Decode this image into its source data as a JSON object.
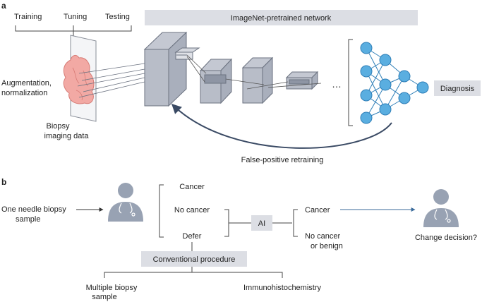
{
  "panel_a": {
    "letter": "a",
    "stages": [
      "Training",
      "Tuning",
      "Testing"
    ],
    "augmentation_line1": "Augmentation,",
    "augmentation_line2": "normalization",
    "biopsy_line1": "Biopsy",
    "biopsy_line2": "imaging data",
    "network_banner": "ImageNet-pretrained network",
    "ellipsis": "…",
    "diagnosis": "Diagnosis",
    "retraining": "False-positive retraining"
  },
  "panel_b": {
    "letter": "b",
    "input_line1": "One needle biopsy",
    "input_line2": "sample",
    "out_cancer": "Cancer",
    "out_no_cancer": "No cancer",
    "out_defer": "Defer",
    "ai": "AI",
    "ai_cancer": "Cancer",
    "ai_no_cancer_line1": "No cancer",
    "ai_no_cancer_line2": "or benign",
    "change_decision": "Change decision?",
    "conventional": "Conventional procedure",
    "multiple_line1": "Multiple biopsy",
    "multiple_line2": "sample",
    "immuno": "Immunohistochemistry"
  },
  "colors": {
    "box_gray": "#dcdee4",
    "node_blue": "#5aaee0",
    "node_stroke": "#2f7fb8",
    "doctor_gray": "#98a2b3",
    "arrow_navy": "#3a4a64",
    "tissue_pink": "#f2a9a4"
  }
}
